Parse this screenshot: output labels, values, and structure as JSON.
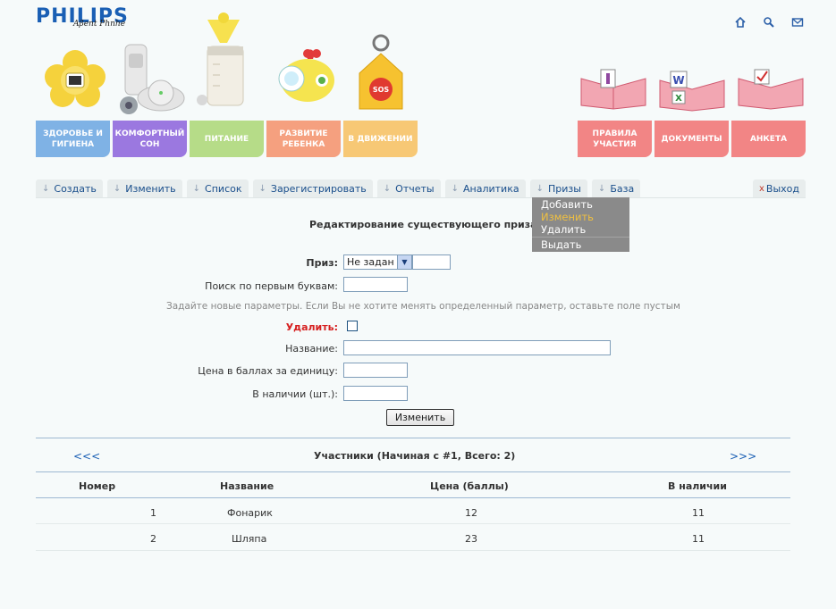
{
  "header": {
    "logo_text": "PHILIPS",
    "logo_tagline": "Aβent Phnhe",
    "icons": [
      "home-icon",
      "search-icon",
      "mail-icon"
    ]
  },
  "categories": [
    {
      "label": "ЗДОРОВЬЕ И ГИГИЕНА",
      "color": "#7fb2e5"
    },
    {
      "label": "КОМФОРТНЫЙ СОН",
      "color": "#9b78e0"
    },
    {
      "label": "ПИТАНИЕ",
      "color": "#b6dc88"
    },
    {
      "label": "РАЗВИТИЕ РЕБЕНКА",
      "color": "#f5a07f"
    },
    {
      "label": "В ДВИЖЕНИИ",
      "color": "#f7c875"
    }
  ],
  "right_tiles": [
    {
      "label": "ПРАВИЛА УЧАСТИЯ",
      "color": "#f28585"
    },
    {
      "label": "ДОКУМЕНТЫ",
      "color": "#f28585"
    },
    {
      "label": "АНКЕТА",
      "color": "#f28585"
    }
  ],
  "nav": {
    "tabs": [
      "Создать",
      "Изменить",
      "Список",
      "Зарегистрировать",
      "Отчеты",
      "Аналитика",
      "Призы",
      "База"
    ],
    "exit": "Выход"
  },
  "dropdown": {
    "items": [
      "Добавить",
      "Изменить",
      "Удалить",
      "Выдать"
    ]
  },
  "page": {
    "title": "Редактирование существующего приза"
  },
  "form": {
    "prize_label": "Приз:",
    "prize_value": "Не задан",
    "search_label": "Поиск по первым буквам:",
    "hint": "Задайте новые параметры. Если Вы не хотите менять определенный параметр, оставьте поле пустым",
    "delete_label": "Удалить:",
    "name_label": "Название:",
    "price_label": "Цена в баллах за единицу:",
    "stock_label": "В наличии (шт.):",
    "submit_label": "Изменить"
  },
  "table": {
    "prev": "<<<",
    "next": ">>>",
    "title": "Участники (Начиная с #1, Всего: 2)",
    "headers": [
      "Номер",
      "Название",
      "Цена (баллы)",
      "В наличии"
    ],
    "rows": [
      [
        "1",
        "Фонарик",
        "12",
        "11"
      ],
      [
        "2",
        "Шляпа",
        "23",
        "11"
      ]
    ]
  }
}
